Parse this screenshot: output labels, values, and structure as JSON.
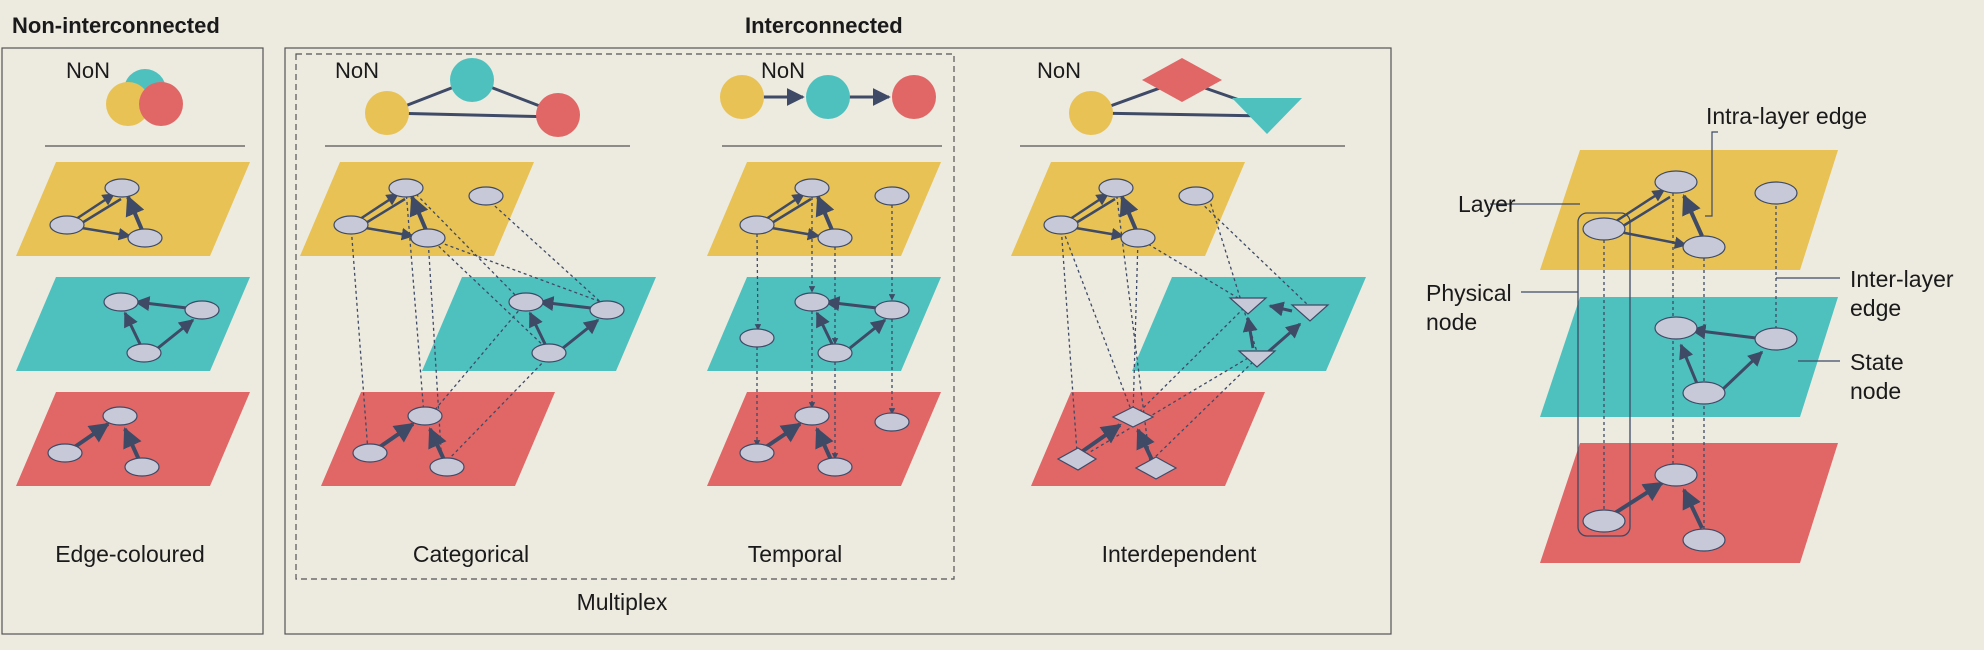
{
  "headings": {
    "non_interconnected": "Non-interconnected",
    "interconnected": "Interconnected"
  },
  "captions": {
    "edge_coloured": "Edge-coloured",
    "categorical": "Categorical",
    "temporal": "Temporal",
    "interdependent": "Interdependent",
    "multiplex": "Multiplex"
  },
  "non_label": "NoN",
  "legend": {
    "intra_layer_edge": "Intra-layer edge",
    "layer": "Layer",
    "physical_node_1": "Physical",
    "physical_node_2": "node",
    "inter_layer_edge_1": "Inter-layer",
    "inter_layer_edge_2": "edge",
    "state_node_1": "State",
    "state_node_2": "node"
  },
  "colors": {
    "background": "#edeae0",
    "layer_yellow": "#e8c254",
    "layer_teal": "#4ec1be",
    "layer_red": "#e06766",
    "node_fill": "#c7c9d9",
    "edge": "#3e4a66",
    "frame": "#555555"
  },
  "icons": {
    "circle_node": "circle",
    "diamond_node": "diamond",
    "triangle_node": "triangle"
  }
}
